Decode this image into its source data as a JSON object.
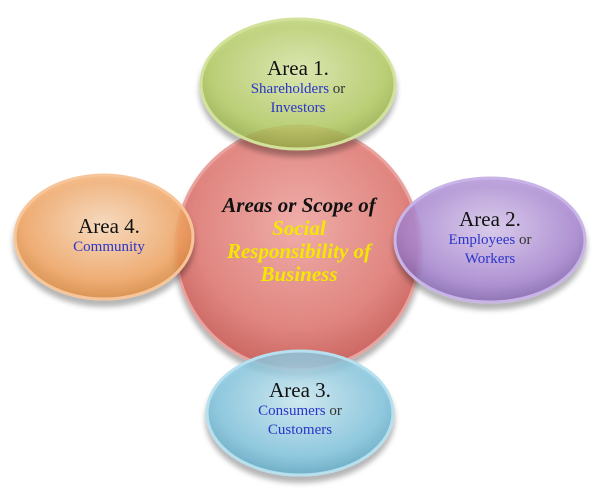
{
  "center": {
    "line1": "Areas or Scope of",
    "line2": "Social",
    "line3": "Responsibility of",
    "line4": "Business"
  },
  "areas": [
    {
      "title": "Area 1.",
      "desc_a": "Shareholders",
      "desc_or": "or",
      "desc_b": "Investors"
    },
    {
      "title": "Area 2.",
      "desc_a": "Employees",
      "desc_or": "or",
      "desc_b": "Workers"
    },
    {
      "title": "Area 3.",
      "desc_a": "Consumers",
      "desc_or": "or",
      "desc_b": "Customers"
    },
    {
      "title": "Area 4.",
      "desc_a": "Community"
    }
  ],
  "colors": {
    "center": "#e0736f",
    "area1": "#b3cb63",
    "area2": "#a47fcc",
    "area3": "#7fc3dc",
    "area4": "#f2a25f"
  }
}
